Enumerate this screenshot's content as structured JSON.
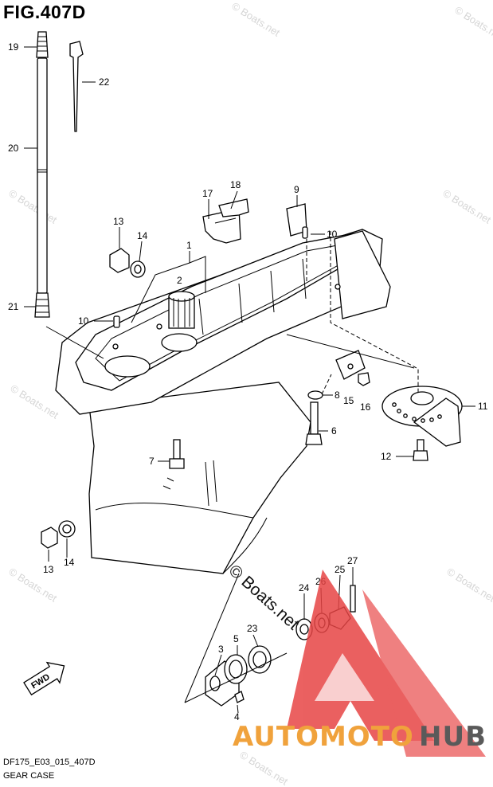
{
  "figure": {
    "title": "FIG.407D",
    "code": "DF175_E03_015_407D",
    "name": "GEAR CASE"
  },
  "callouts": [
    {
      "id": "c19",
      "text": "19"
    },
    {
      "id": "c22",
      "text": "22"
    },
    {
      "id": "c20",
      "text": "20"
    },
    {
      "id": "c21",
      "text": "21"
    },
    {
      "id": "c17",
      "text": "17"
    },
    {
      "id": "c18",
      "text": "18"
    },
    {
      "id": "c9",
      "text": "9"
    },
    {
      "id": "c10a",
      "text": "10"
    },
    {
      "id": "c13a",
      "text": "13"
    },
    {
      "id": "c14a",
      "text": "14"
    },
    {
      "id": "c1",
      "text": "1"
    },
    {
      "id": "c2",
      "text": "2"
    },
    {
      "id": "c10b",
      "text": "10"
    },
    {
      "id": "c8",
      "text": "8"
    },
    {
      "id": "c15",
      "text": "15"
    },
    {
      "id": "c16",
      "text": "16"
    },
    {
      "id": "c11",
      "text": "11"
    },
    {
      "id": "c6",
      "text": "6"
    },
    {
      "id": "c7",
      "text": "7"
    },
    {
      "id": "c12",
      "text": "12"
    },
    {
      "id": "c13b",
      "text": "13"
    },
    {
      "id": "c14b",
      "text": "14"
    },
    {
      "id": "c27",
      "text": "27"
    },
    {
      "id": "c25",
      "text": "25"
    },
    {
      "id": "c26",
      "text": "26"
    },
    {
      "id": "c24",
      "text": "24"
    },
    {
      "id": "c23",
      "text": "23"
    },
    {
      "id": "c5",
      "text": "5"
    },
    {
      "id": "c3",
      "text": "3"
    },
    {
      "id": "c4",
      "text": "4"
    }
  ],
  "fwd_label": "FWD",
  "watermark": "© Boats.net",
  "brand": {
    "text_left": "AUTOMOTO",
    "text_right": "HUB",
    "color_left": "#f0a23c",
    "color_right": "#5a5a5a",
    "logo_color": "#e74545"
  }
}
